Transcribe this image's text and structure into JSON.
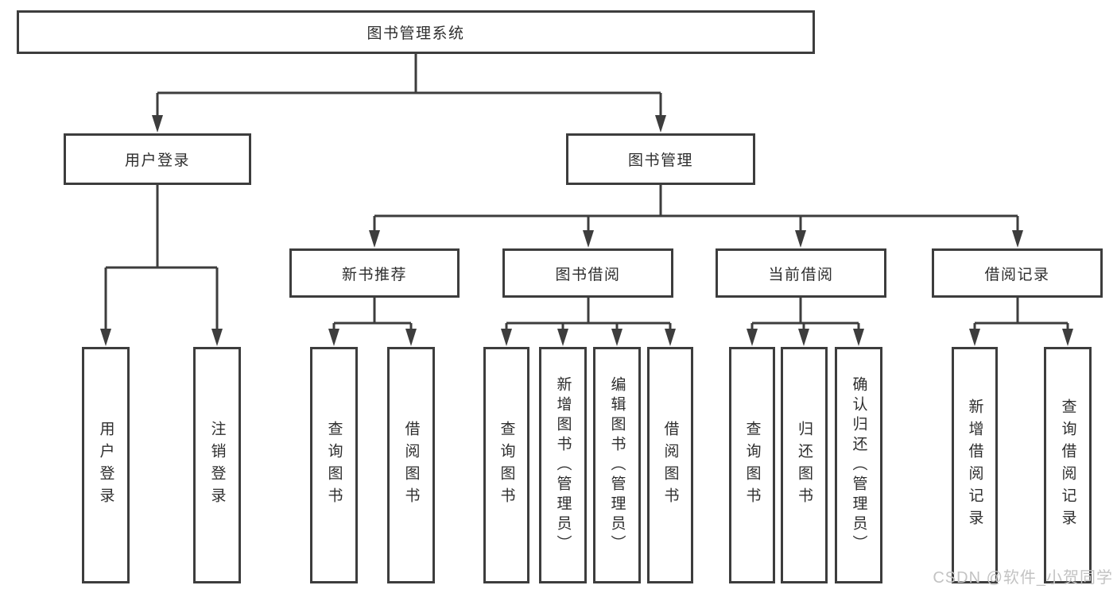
{
  "title": "图书管理系统",
  "level2": [
    "用户登录",
    "图书管理"
  ],
  "level3": [
    "新书推荐",
    "图书借阅",
    "当前借阅",
    "借阅记录"
  ],
  "leaves": {
    "user_login": [
      "用户登录",
      "注销登录"
    ],
    "new_book": [
      "查询图书",
      "借阅图书"
    ],
    "book_borrow": [
      "查询图书",
      "新增图书（管理员）",
      "编辑图书（管理员）",
      "借阅图书"
    ],
    "current_borrow": [
      "查询图书",
      "归还图书",
      "确认归还（管理员）"
    ],
    "borrow_record": [
      "新增借阅记录",
      "查询借阅记录"
    ]
  },
  "watermark": "CSDN @软件_小贺同学",
  "colors": {
    "line": "#3d3d3d",
    "text": "#2e2e2e",
    "watermark": "#c3c3c3",
    "background": "#ffffff"
  }
}
